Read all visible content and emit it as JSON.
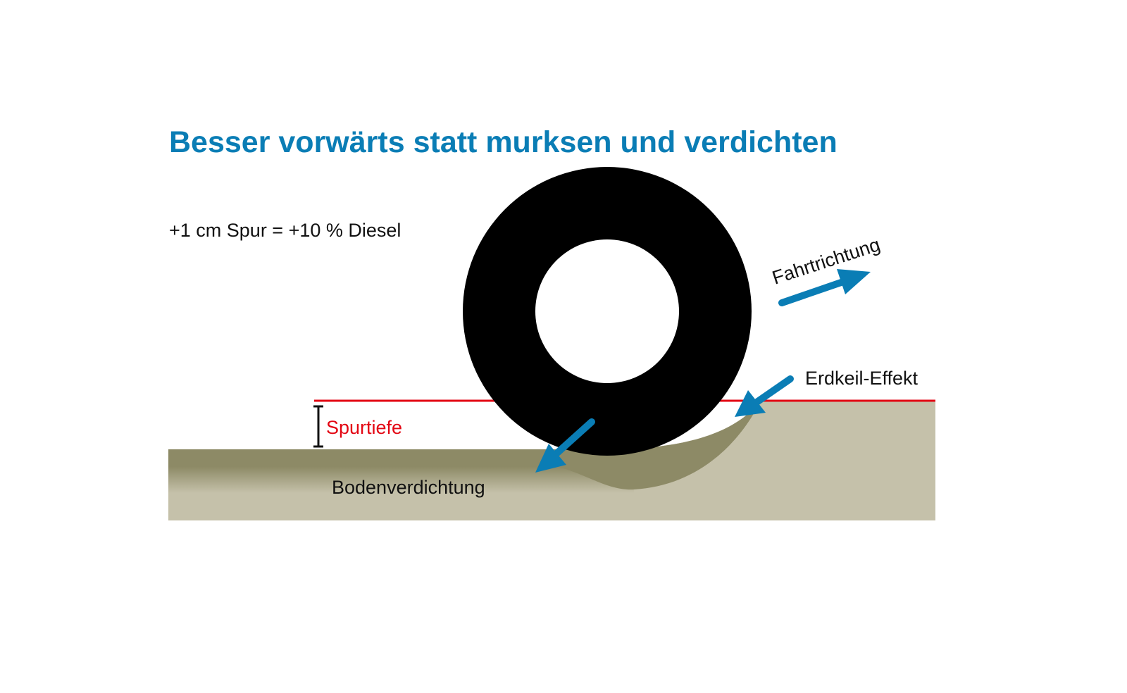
{
  "title": "Besser vorwärts statt murksen und verdichten",
  "note": "+1 cm Spur = +10 % Diesel",
  "labels": {
    "direction": "Fahrtrichtung",
    "wedge": "Erdkeil-Effekt",
    "rut_depth": "Spurtiefe",
    "compaction": "Bodenverdichtung"
  },
  "colors": {
    "title": "#0a7db5",
    "arrow": "#0a7db5",
    "rut_line": "#e30613",
    "soil": "#c5c1aa",
    "compacted_soil": "#8d8a66",
    "tire": "#000000"
  }
}
